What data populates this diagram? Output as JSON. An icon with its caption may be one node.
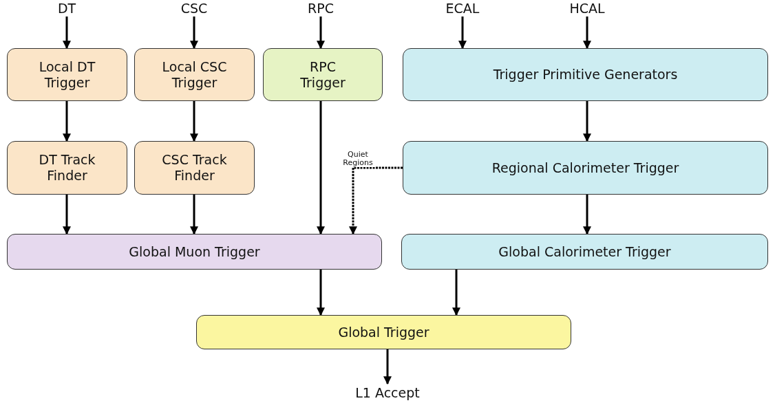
{
  "diagram": {
    "nodes": [
      {
        "text": [
          "DT"
        ]
      },
      {
        "text": [
          "CSC"
        ]
      },
      {
        "text": [
          "RPC"
        ]
      },
      {
        "text": [
          "ECAL"
        ]
      },
      {
        "text": [
          "HCAL"
        ]
      },
      {
        "text": [
          "Local DT Trigger"
        ]
      },
      {
        "text": [
          "Local CSC Trigger"
        ]
      },
      {
        "text": [
          "RPC Trigger"
        ]
      },
      {
        "text": [
          "Trigger Primitive Generators"
        ]
      },
      {
        "text": [
          "DT Track Finder"
        ]
      },
      {
        "text": [
          "CSC Track Finder"
        ]
      },
      {
        "text": [
          "Regional Calorimeter Trigger"
        ]
      },
      {
        "text": [
          "Global Muon Trigger"
        ]
      },
      {
        "text": [
          "Global Calorimeter Trigger"
        ]
      },
      {
        "text": [
          "Global Trigger"
        ]
      },
      {
        "text": [
          "L1 Accept"
        ]
      }
    ],
    "edges": [
      {
        "from": 0,
        "to": 5,
        "arrow": "to"
      },
      {
        "from": 1,
        "to": 6,
        "arrow": "to"
      },
      {
        "from": 2,
        "to": 7,
        "arrow": "to"
      },
      {
        "from": 3,
        "to": 8,
        "arrow": "to"
      },
      {
        "from": 4,
        "to": 8,
        "arrow": "to"
      },
      {
        "from": 5,
        "to": 9,
        "arrow": "to"
      },
      {
        "from": 6,
        "to": 10,
        "arrow": "to"
      },
      {
        "from": 7,
        "to": 12,
        "arrow": "to"
      },
      {
        "from": 8,
        "to": 11,
        "arrow": "to"
      },
      {
        "from": 9,
        "to": 12,
        "arrow": "to"
      },
      {
        "from": 10,
        "to": 12,
        "arrow": "to"
      },
      {
        "from": 11,
        "to": 12,
        "arrow": "to",
        "label": "Quiet Regions",
        "style": "dashed"
      },
      {
        "from": 11,
        "to": 13,
        "arrow": "to"
      },
      {
        "from": 12,
        "to": 14,
        "arrow": "to"
      },
      {
        "from": 13,
        "to": 14,
        "arrow": "to"
      },
      {
        "from": 14,
        "to": 15,
        "arrow": "to"
      }
    ]
  }
}
